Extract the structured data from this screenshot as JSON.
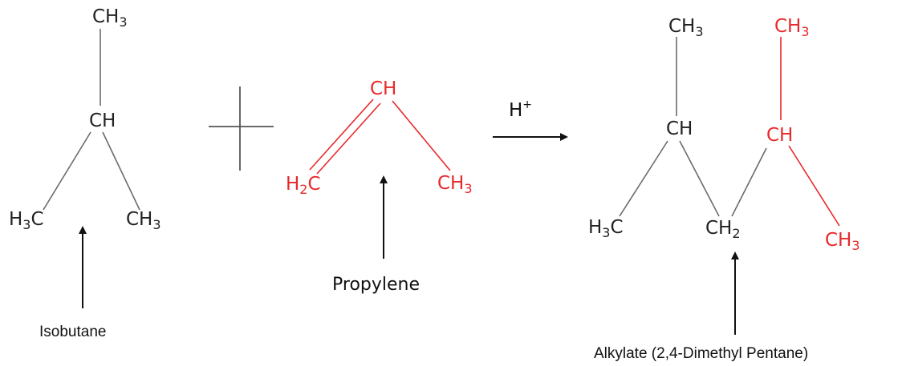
{
  "colors": {
    "reactant": "#222222",
    "added": "#e8292b",
    "bond_black": "#6b6b6b",
    "bond_red": "#e8292b",
    "arrow": "#111111"
  },
  "isobutane": {
    "top_ch3": {
      "main": "CH",
      "sub": "3"
    },
    "center_ch": "CH",
    "left_h3c": {
      "pre": "H",
      "sub": "3",
      "post": "C"
    },
    "right_ch3": {
      "main": "CH",
      "sub": "3"
    },
    "name": "Isobutane"
  },
  "plus_sign": "+",
  "propylene": {
    "top_ch": "CH",
    "left_h2c": {
      "pre": "H",
      "sub": "2",
      "post": "C"
    },
    "right_ch3": {
      "main": "CH",
      "sub": "3"
    },
    "name": "Propylene"
  },
  "catalyst": {
    "main": "H",
    "sup": "+"
  },
  "product": {
    "top_left_ch3": {
      "main": "CH",
      "sub": "3"
    },
    "top_right_ch3": {
      "main": "CH",
      "sub": "3"
    },
    "left_ch": "CH",
    "right_ch": "CH",
    "h3c": {
      "pre": "H",
      "sub": "3",
      "post": "C"
    },
    "ch2": {
      "main": "CH",
      "sub": "2"
    },
    "bottom_ch3": {
      "main": "CH",
      "sub": "3"
    },
    "name": "Alkylate (2,4-Dimethyl Pentane)"
  }
}
